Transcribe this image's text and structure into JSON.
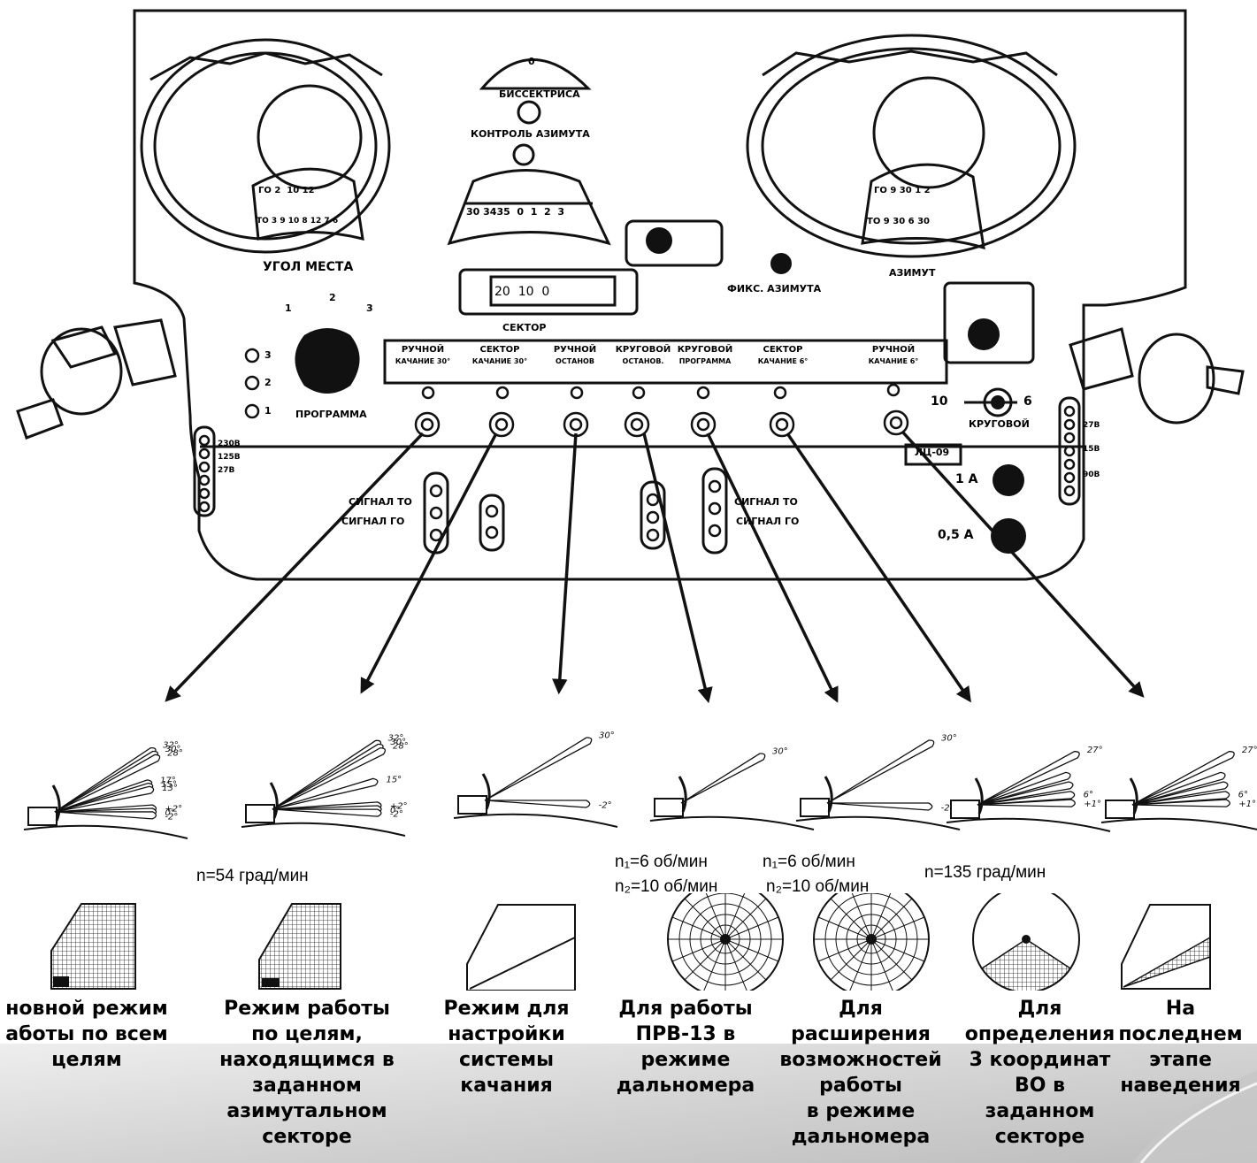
{
  "panel": {
    "elevation_label": "УГОЛ МЕСТА",
    "azimuth_label": "АЗИМУТ",
    "bisector_label": "БИССЕКТРИСА",
    "azimuth_control_label": "КОНТРОЛЬ АЗИМУТА",
    "azimuth_fix_label": "ФИКС. АЗИМУТА",
    "sector_label": "СЕКТОР",
    "program_label": "ПРОГРАММА",
    "circular_label": "КРУГОВОЙ",
    "model_label": "ЛЦ-09",
    "fuse_1a": "1 А",
    "fuse_05a": "0,5 А",
    "signal_to": "СИГНАЛ ТО",
    "signal_go": "СИГНАЛ ГО",
    "speed_10": "10",
    "speed_6": "6",
    "program_positions": [
      "3",
      "2",
      "1"
    ],
    "switch_marks": [
      "1",
      "2",
      "3"
    ],
    "sector_scale": "20  10  0",
    "drum_scale": "30 3435  0  1  2  3",
    "left_voltages": [
      "230В",
      "125В",
      "27В"
    ],
    "right_voltages": [
      "27В",
      "15В",
      "90В"
    ],
    "elev_dial_row1": "ГО 2  10 12",
    "elev_dial_row2": "ТО 3 9 10 8 12 7 6",
    "az_dial_row1": "ГО 9 30 1 2",
    "az_dial_row2": "ТО 9 30 6 30",
    "bisector_zero": "0"
  },
  "modes": [
    {
      "top": "РУЧНОЙ",
      "bottom": "КАЧАНИЕ 30°"
    },
    {
      "top": "СЕКТОР",
      "bottom": "КАЧАНИЕ 30°"
    },
    {
      "top": "РУЧНОЙ",
      "bottom": "ОСТАНОВ"
    },
    {
      "top": "КРУГОВОЙ",
      "bottom": "ОСТАНОВ."
    },
    {
      "top": "КРУГОВОЙ",
      "bottom": "ПРОГРАММА"
    },
    {
      "top": "СЕКТОР",
      "bottom": "КАЧАНИЕ 6°"
    },
    {
      "top": "РУЧНОЙ",
      "bottom": "КАЧАНИЕ 6°"
    }
  ],
  "beam_angles": {
    "d1": [
      "32°",
      "30°",
      "28°",
      "17°",
      "15°",
      "13°",
      "+2°",
      "0°",
      "-2°"
    ],
    "d2": [
      "32°",
      "30°",
      "28°",
      "15°",
      "+2°",
      "0°",
      "-2°"
    ],
    "d3": [
      "30°",
      "-2°"
    ],
    "d4": [
      "30°"
    ],
    "d5": [
      "30°",
      "-2°"
    ],
    "d6": [
      "27°",
      "6°",
      "+1°"
    ],
    "d7": [
      "27°",
      "6°",
      "+1°"
    ]
  },
  "speeds": {
    "s1": "n=54 град/мин",
    "s2a": "n₁=6 об/мин",
    "s2b": "n₂=10 об/мин",
    "s3a": "n₁=6 об/мин",
    "s3b": "n₂=10 об/мин",
    "s4": "n=135 град/мин"
  },
  "captions": [
    "новной режим\nаботы по всем\nцелям",
    "Режим работы\nпо целям,\nнаходящимся в\nзаданном\nазимутальном\nсекторе",
    "Режим для\nнастройки\nсистемы\nкачания",
    "Для работы\nПРВ-13 в\nрежиме\nдальномера",
    "Для\nрасширения\nвозможностей\nработы\nв режиме\nдальномера",
    "Для\nопределения\n3 координат\nВО в\nзаданном\nсекторе",
    "На\nпоследнем\nэтапе\nнаведения"
  ]
}
